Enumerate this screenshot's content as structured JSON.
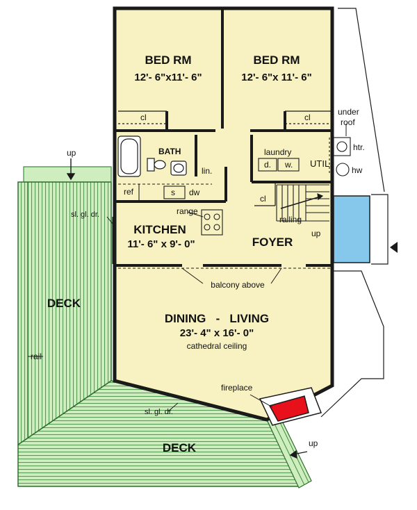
{
  "rooms": {
    "bed1": {
      "name": "BED RM",
      "dims": "12'- 6\"x11'- 6\""
    },
    "bed2": {
      "name": "BED RM",
      "dims": "12'- 6\"x 11'- 6\""
    },
    "kitchen": {
      "name": "KITCHEN",
      "dims": "11'- 6\" x 9'- 0\""
    },
    "foyer": {
      "name": "FOYER"
    },
    "dining": {
      "name": "DINING   -   LIVING",
      "dims": "23'- 4\" x 16'- 0\"",
      "note": "cathedral ceiling"
    },
    "bath": {
      "name": "BATH"
    },
    "util": {
      "name": "UTIL."
    }
  },
  "labels": {
    "closet1": "cl",
    "closet2": "cl",
    "closet3": "cl",
    "linen": "lin.",
    "laundry": "laundry",
    "dryer": "d.",
    "washer": "w.",
    "heater": "htr.",
    "hot_water": "hw",
    "under_roof_1": "under",
    "under_roof_2": "roof",
    "refrigerator": "ref",
    "sink": "s",
    "dishwasher": "dw",
    "range": "range",
    "railing": "railing",
    "stairs_up": "up",
    "balcony": "balcony above",
    "fireplace": "fireplace",
    "sliding_door_1": "sl. gl. dr.",
    "sliding_door_2": "sl. gl. dr.",
    "deck_west": "DECK",
    "deck_south": "DECK",
    "rail": "rail",
    "deck_up_1": "up",
    "deck_up_2": "up"
  },
  "colors": {
    "floor": "#f8f2c2",
    "deck": "#cfeec0",
    "deck_line": "#3f8a3f",
    "fireplace": "#e8101a",
    "window": "#86c8ec",
    "wall": "#1a1a1a"
  }
}
